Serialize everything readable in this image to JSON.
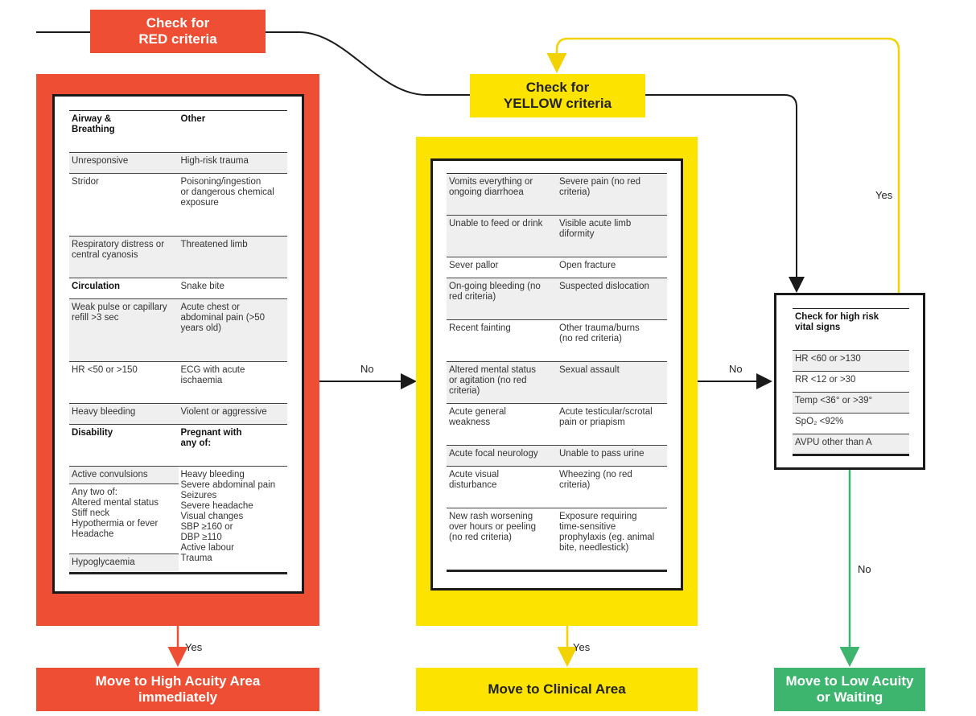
{
  "flow": {
    "check_red": "Check for\nRED criteria",
    "check_yellow": "Check for\nYELLOW criteria",
    "no_1": "No",
    "no_2": "No",
    "no_3": "No",
    "yes_red": "Yes",
    "yes_yellow": "Yes",
    "yes_vitals": "Yes"
  },
  "outcomes": {
    "high": "Move to High Acuity Area\nimmediately",
    "clinical": "Move to Clinical Area",
    "low": "Move to Low Acuity\nor Waiting"
  },
  "red": {
    "header_left": "Airway &\nBreathing",
    "header_right": "Other",
    "rows": [
      {
        "left": "Unresponsive",
        "right": "High-risk trauma"
      },
      {
        "left": "Stridor",
        "right": "Poisoning/ingestion\nor dangerous chemical\nexposure"
      },
      {
        "left": "Respiratory distress or\ncentral cyanosis",
        "right": "Threatened limb"
      },
      {
        "left": "Circulation",
        "right": "Snake bite"
      },
      {
        "left": "Weak pulse or capillary\nrefill >3 sec",
        "right": "Acute chest or\nabdominal pain (>50\nyears old)"
      },
      {
        "left": "HR <50 or >150",
        "right": "ECG with acute\nischaemia"
      },
      {
        "left": "Heavy bleeding",
        "right": "Violent or aggressive"
      },
      {
        "left": "Disability",
        "right": "Pregnant with\nany of:"
      }
    ],
    "disability_items": [
      "Active convulsions",
      "Any two of:\nAltered mental status\nStiff neck\nHypothermia or fever\nHeadache",
      "Hypoglycaemia"
    ],
    "pregnant_items": "Heavy bleeding\nSevere abdominal pain\nSeizures\nSevere headache\nVisual changes\nSBP ≥160 or\nDBP ≥110\nActive labour\nTrauma"
  },
  "yellow": {
    "rows": [
      {
        "left": "Vomits everything or\nongoing diarrhoea",
        "right": "Severe pain (no red\ncriteria)"
      },
      {
        "left": "Unable to feed or drink",
        "right": "Visible acute limb\ndiformity"
      },
      {
        "left": "Sever pallor",
        "right": "Open fracture"
      },
      {
        "left": "On-going bleeding (no\nred criteria)",
        "right": "Suspected dislocation"
      },
      {
        "left": "Recent fainting",
        "right": "Other trauma/burns\n(no red criteria)"
      },
      {
        "left": "Altered mental status\nor agitation (no red\ncriteria)",
        "right": "Sexual assault"
      },
      {
        "left": "Acute general\nweakness",
        "right": "Acute testicular/scrotal\npain or priapism"
      },
      {
        "left": "Acute focal neurology",
        "right": "Unable to pass urine"
      },
      {
        "left": "Acute visual\ndisturbance",
        "right": "Wheezing (no red\ncriteria)"
      },
      {
        "left": "New rash worsening\nover hours or peeling\n(no red criteria)",
        "right": "Exposure requiring\ntime-sensitive\nprophylaxis (eg. animal\nbite, needlestick)"
      }
    ]
  },
  "vitals": {
    "header": "Check for high risk\nvital signs",
    "rows": [
      "HR <60 or >130",
      "RR <12 or >30",
      "Temp <36° or >39°",
      "SpO₂ <92%",
      "AVPU other than A"
    ]
  },
  "colors": {
    "red": "#ee4e33",
    "yellow": "#fde300",
    "green": "#3db56e",
    "dark": "#1a1a1a"
  }
}
